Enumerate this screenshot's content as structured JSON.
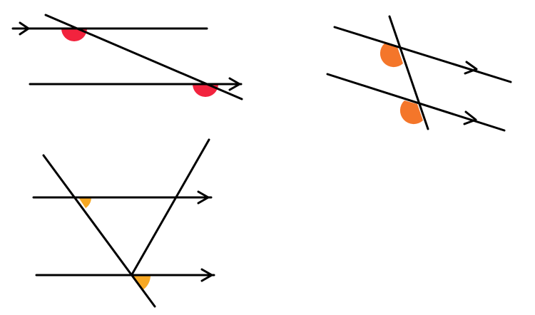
{
  "colors": {
    "line": "#000000",
    "angle_red": "#f2233e",
    "angle_orange": "#f4762a",
    "angle_amber": "#f7a823"
  },
  "figures": [
    {
      "name": "parallel-lines-with-transversal-top-left",
      "marked_angles": 2,
      "angle_color": "angle_red"
    },
    {
      "name": "parallel-lines-with-transversal-top-right",
      "marked_angles": 2,
      "angle_color": "angle_orange"
    },
    {
      "name": "parallel-lines-with-triangle-bottom-left",
      "marked_angles": 2,
      "angle_color": "angle_amber"
    }
  ]
}
